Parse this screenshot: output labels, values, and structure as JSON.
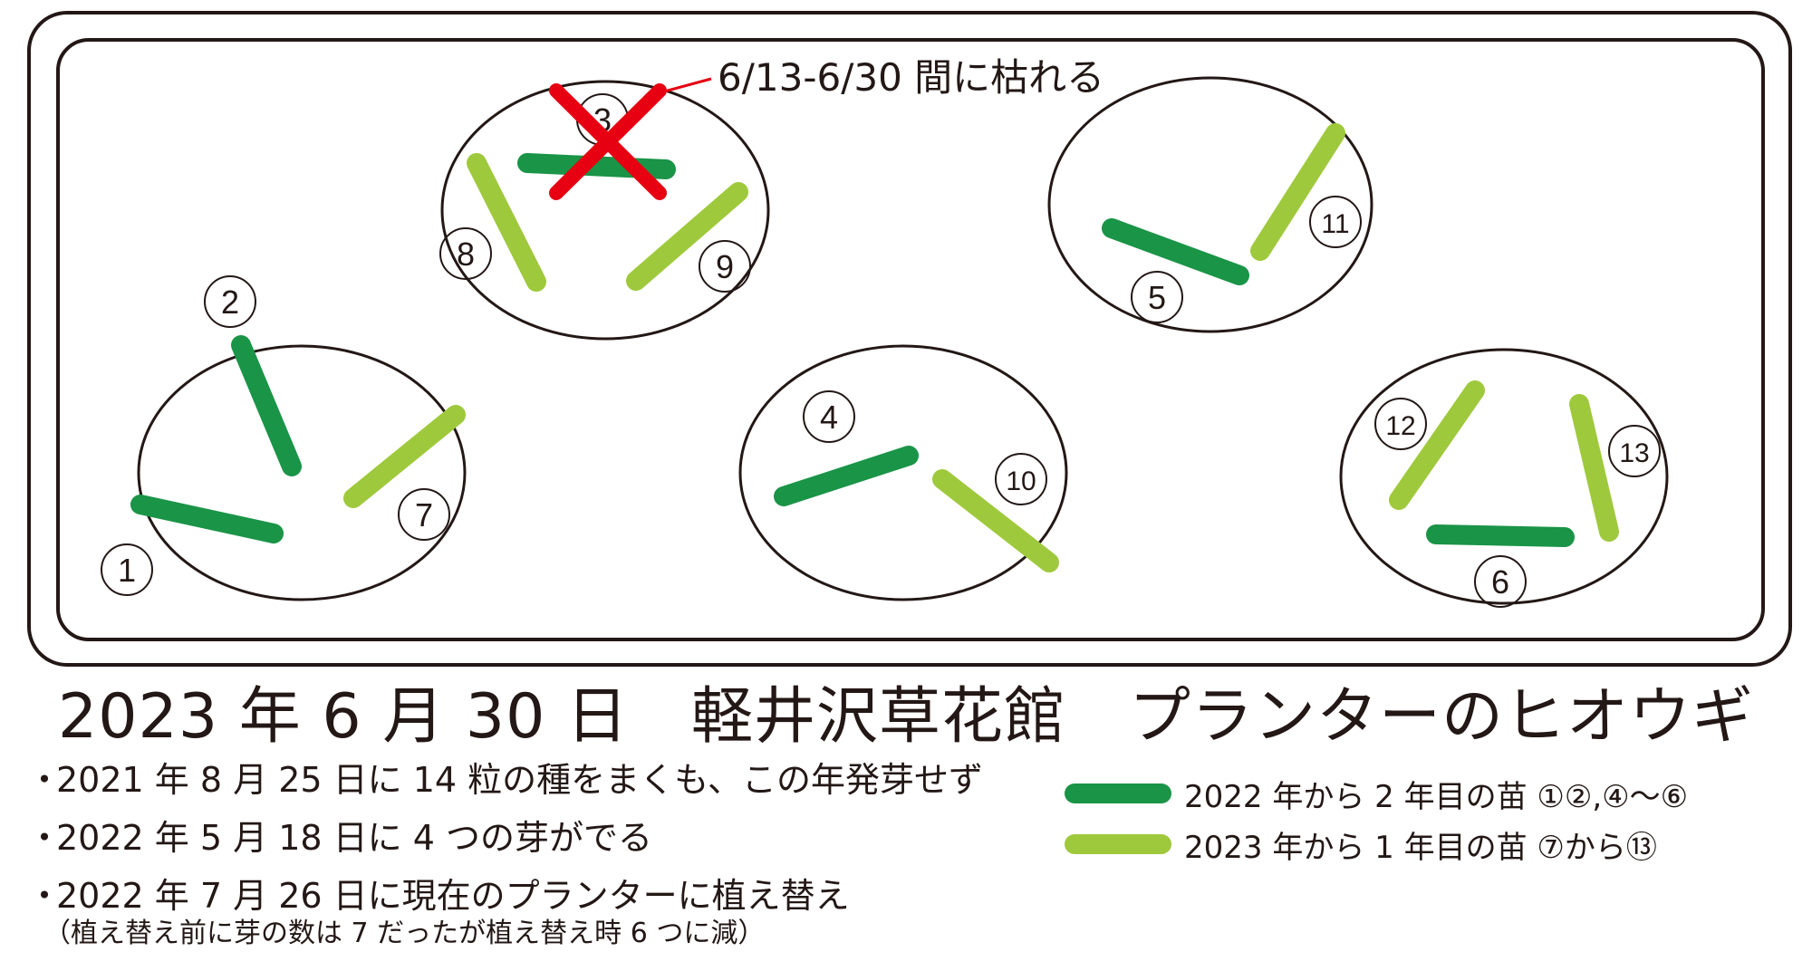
{
  "colors": {
    "year2": "#1a9447",
    "year1": "#9fc93c",
    "cross": "#e60012",
    "line": "#231815"
  },
  "plants": [
    {
      "id": "1",
      "type": "year2"
    },
    {
      "id": "2",
      "type": "year2"
    },
    {
      "id": "3",
      "type": "year2",
      "dead": true
    },
    {
      "id": "4",
      "type": "year2"
    },
    {
      "id": "5",
      "type": "year2"
    },
    {
      "id": "6",
      "type": "year2"
    },
    {
      "id": "7",
      "type": "year1"
    },
    {
      "id": "8",
      "type": "year1"
    },
    {
      "id": "9",
      "type": "year1"
    },
    {
      "id": "10",
      "type": "year1"
    },
    {
      "id": "11",
      "type": "year1"
    },
    {
      "id": "12",
      "type": "year1"
    },
    {
      "id": "13",
      "type": "year1"
    }
  ],
  "annotation": {
    "dead_label": "6/13-6/30 間に枯れる"
  },
  "title": "2023 年 6 月 30 日　軽井沢草花館　プランターのヒオウギ",
  "notes": [
    {
      "bullet": "・",
      "text": "2021 年 8 月 25 日に 14 粒の種をまくも、この年発芽せず"
    },
    {
      "bullet": "・",
      "text": "2022 年 5 月 18 日に 4 つの芽がでる"
    },
    {
      "bullet": "・",
      "text": "2022 年 7 月 26 日に現在のプランターに植え替え",
      "sub": "（植え替え前に芽の数は 7 だったが植え替え時 6 つに減）"
    }
  ],
  "legend": [
    {
      "type": "year2",
      "text": "2022 年から 2 年目の苗 ①②,④〜⑥"
    },
    {
      "type": "year1",
      "text": "2023 年から 1 年目の苗 ⑦から⑬"
    }
  ]
}
